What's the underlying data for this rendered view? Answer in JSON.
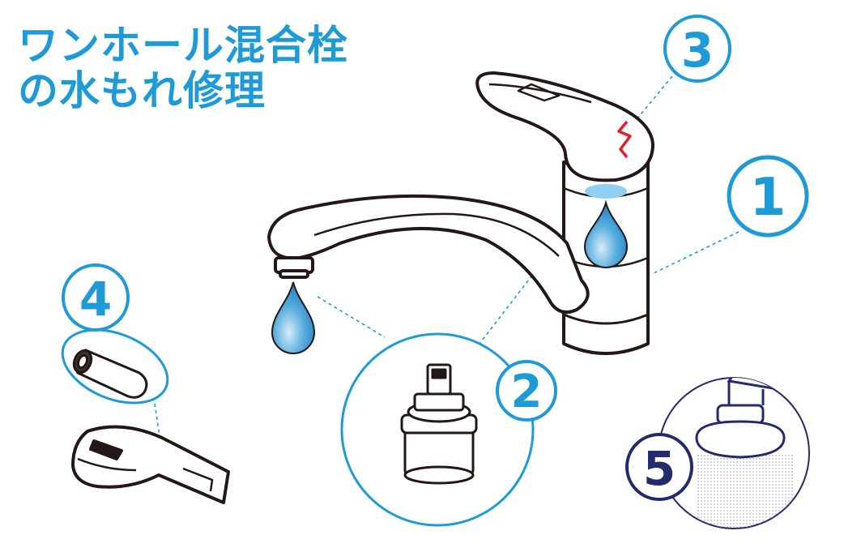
{
  "title": {
    "line1": "ワンホール混合栓",
    "line2": "の水もれ修理"
  },
  "callouts": [
    {
      "number": "1",
      "part": "faucet-body"
    },
    {
      "number": "2",
      "part": "cartridge"
    },
    {
      "number": "3",
      "part": "lever-handle"
    },
    {
      "number": "4",
      "part": "shower-hose-head"
    },
    {
      "number": "5",
      "part": "spout-tip-aerator"
    }
  ],
  "colors": {
    "accent": "#1e9ad6",
    "navy": "#232a6d",
    "crack": "#e0202a",
    "outline": "#231815"
  }
}
